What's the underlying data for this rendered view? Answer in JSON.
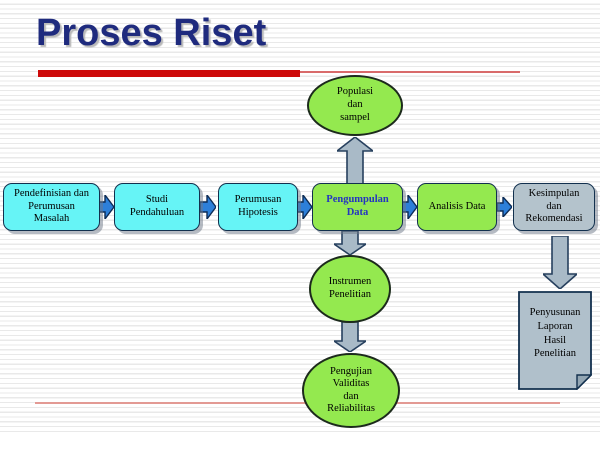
{
  "slide": {
    "title": "Proses Riset"
  },
  "flow": {
    "boxes": [
      {
        "label": "Pendefinisian dan\nPerumusan\nMasalah"
      },
      {
        "label": "Studi\nPendahuluan"
      },
      {
        "label": "Perumusan\nHipotesis"
      },
      {
        "label": "Pengumpulan\nData"
      },
      {
        "label": "Analisis Data"
      },
      {
        "label": "Kesimpulan\ndan\nRekomendasi"
      }
    ],
    "ellipses": [
      {
        "label": "Populasi\ndan\nsampel"
      },
      {
        "label": "Instrumen\nPenelitian"
      },
      {
        "label": "Pengujian\nValiditas\ndan\nReliabilitas"
      }
    ],
    "document": {
      "label": "Penyusunan\nLaporan\nHasil\nPenelitian"
    }
  },
  "colors": {
    "title_navy": "#1f2b7e",
    "rule_red": "#ce0a0a",
    "rule_salmon": "#e39a94",
    "box_cyan": "#66f4f6",
    "box_green": "#94e94f",
    "box_gray": "#b4c3cc",
    "arrow_blue": "#2d7fd9",
    "arrow_gray": "#a9bac7",
    "outline_dark": "#12304e",
    "highlight_text_blue": "#2434c2"
  }
}
